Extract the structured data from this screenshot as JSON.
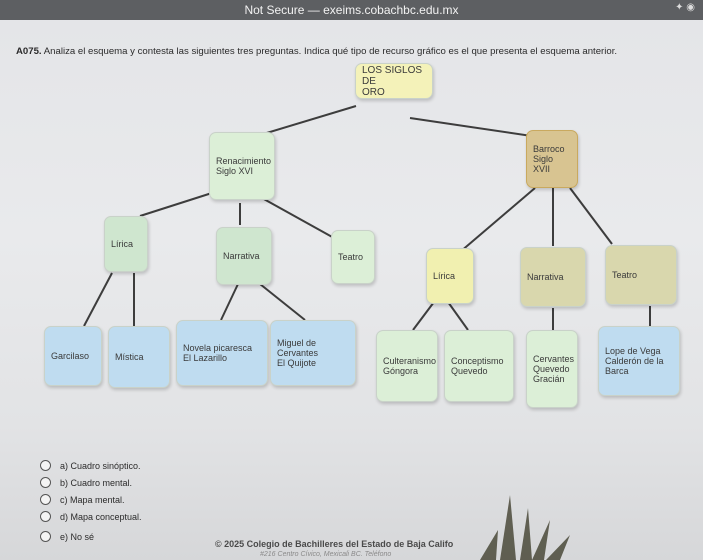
{
  "browser": {
    "address_label": "Not Secure — exeims.cobachbc.edu.mx"
  },
  "question": {
    "code": "A075.",
    "text": "Analiza el esquema y contesta las siguientes tres preguntas. Indica qué tipo de recurso gráfico es el que presenta el esquema anterior."
  },
  "diagram": {
    "root": {
      "line1": "LOS SIGLOS DE",
      "line2": "ORO"
    },
    "renacimiento": {
      "line1": "Renacimiento",
      "line2": "Siglo XVI"
    },
    "barroco": {
      "line1": "Barroco",
      "line2": "Siglo XVII"
    },
    "r_lirica": "Lírica",
    "r_narrativa": "Narrativa",
    "r_teatro": "Teatro",
    "b_lirica": "Lírica",
    "b_narrativa": "Narrativa",
    "b_teatro": "Teatro",
    "garcilaso": "Garcilaso",
    "mistica": "Mística",
    "novela": {
      "line1": "Novela picaresca",
      "line2": "El Lazarillo"
    },
    "miguel": {
      "line1": "Miguel de Cervantes",
      "line2": "El Quijote"
    },
    "culteranismo": {
      "line1": "Culteranismo",
      "line2": "Góngora"
    },
    "conceptismo": {
      "line1": "Conceptismo",
      "line2": "Quevedo"
    },
    "cervantes": {
      "line1": "Cervantes",
      "line2": "Quevedo",
      "line3": "Gracián"
    },
    "lope": {
      "line1": "Lope de Vega",
      "line2": "Calderón de la Barca"
    }
  },
  "options": [
    {
      "label": "a) Cuadro sinóptico."
    },
    {
      "label": "b) Cuadro mental."
    },
    {
      "label": "c) Mapa mental."
    },
    {
      "label": "d) Mapa conceptual."
    },
    {
      "label": "e) No sé"
    }
  ],
  "footer": {
    "line1": "© 2025 Colegio de Bachilleres del Estado de Baja Califo",
    "line2": "#216 Centro Cívico, Mexicali BC. Teléfono"
  }
}
